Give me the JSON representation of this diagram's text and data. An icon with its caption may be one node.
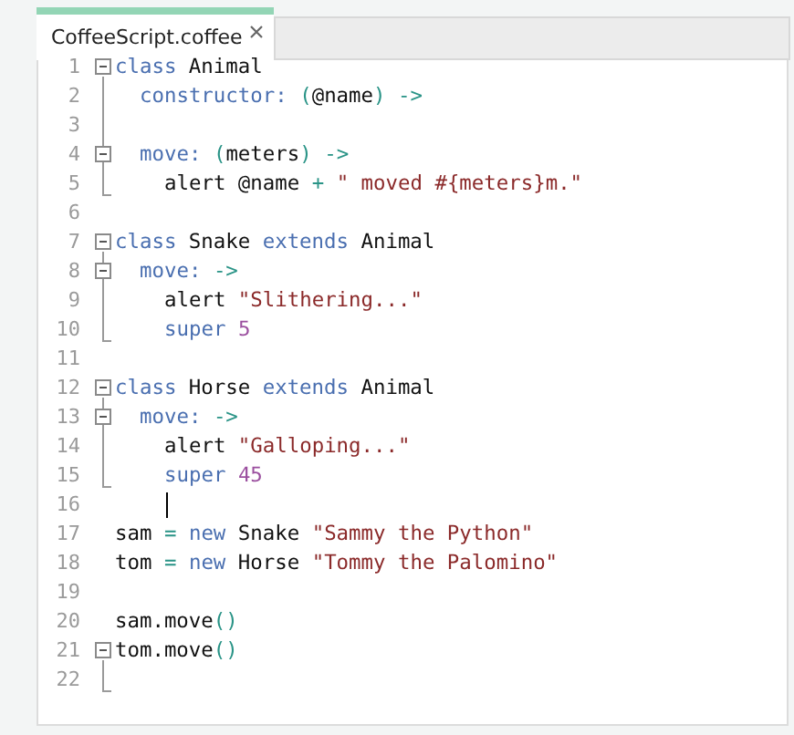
{
  "diagram": {
    "labels": [
      "CoffeeScript.coffee",
      "1",
      "class Animal",
      "2",
      "constructor: (@name) ->",
      "3",
      "4",
      "move: (meters) ->",
      "5",
      "alert @name + \" moved #{meters}m.\"",
      "6",
      "7",
      "class Snake extends Animal",
      "8",
      "move: ->",
      "9",
      "alert \"Slithering...\"",
      "10",
      "super 5",
      "11",
      "12",
      "class Horse extends Animal",
      "13",
      "move: ->",
      "14",
      "alert \"Galloping...\"",
      "15",
      "super 45",
      "16",
      "17",
      "sam = new Snake \"Sammy the Python\"",
      "18",
      "tom = new Horse \"Tommy the Palomino\"",
      "19",
      "20",
      "sam.move()",
      "21",
      "tom.move()",
      "22"
    ]
  }
}
